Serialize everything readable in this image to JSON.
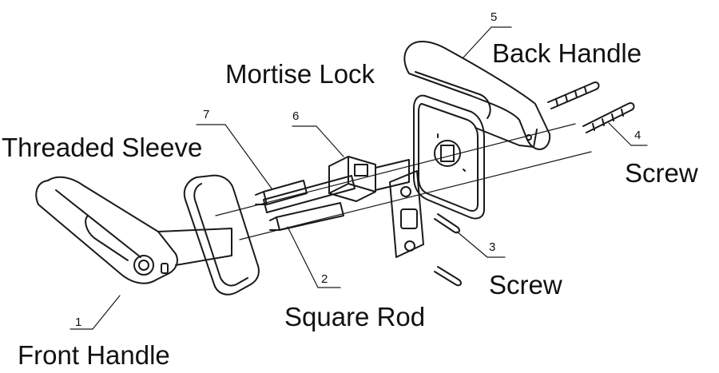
{
  "labels": {
    "back_handle": "Back Handle",
    "mortise_lock": "Mortise Lock",
    "threaded_sleeve": "Threaded Sleeve",
    "screw_4": "Screw",
    "screw_3": "Screw",
    "square_rod": "Square Rod",
    "front_handle": "Front Handle"
  },
  "numbers": {
    "n1": "1",
    "n2": "2",
    "n3": "3",
    "n4": "4",
    "n5": "5",
    "n6": "6",
    "n7": "7"
  },
  "colors": {
    "ink": "#1a1a1a",
    "paper": "#ffffff"
  }
}
